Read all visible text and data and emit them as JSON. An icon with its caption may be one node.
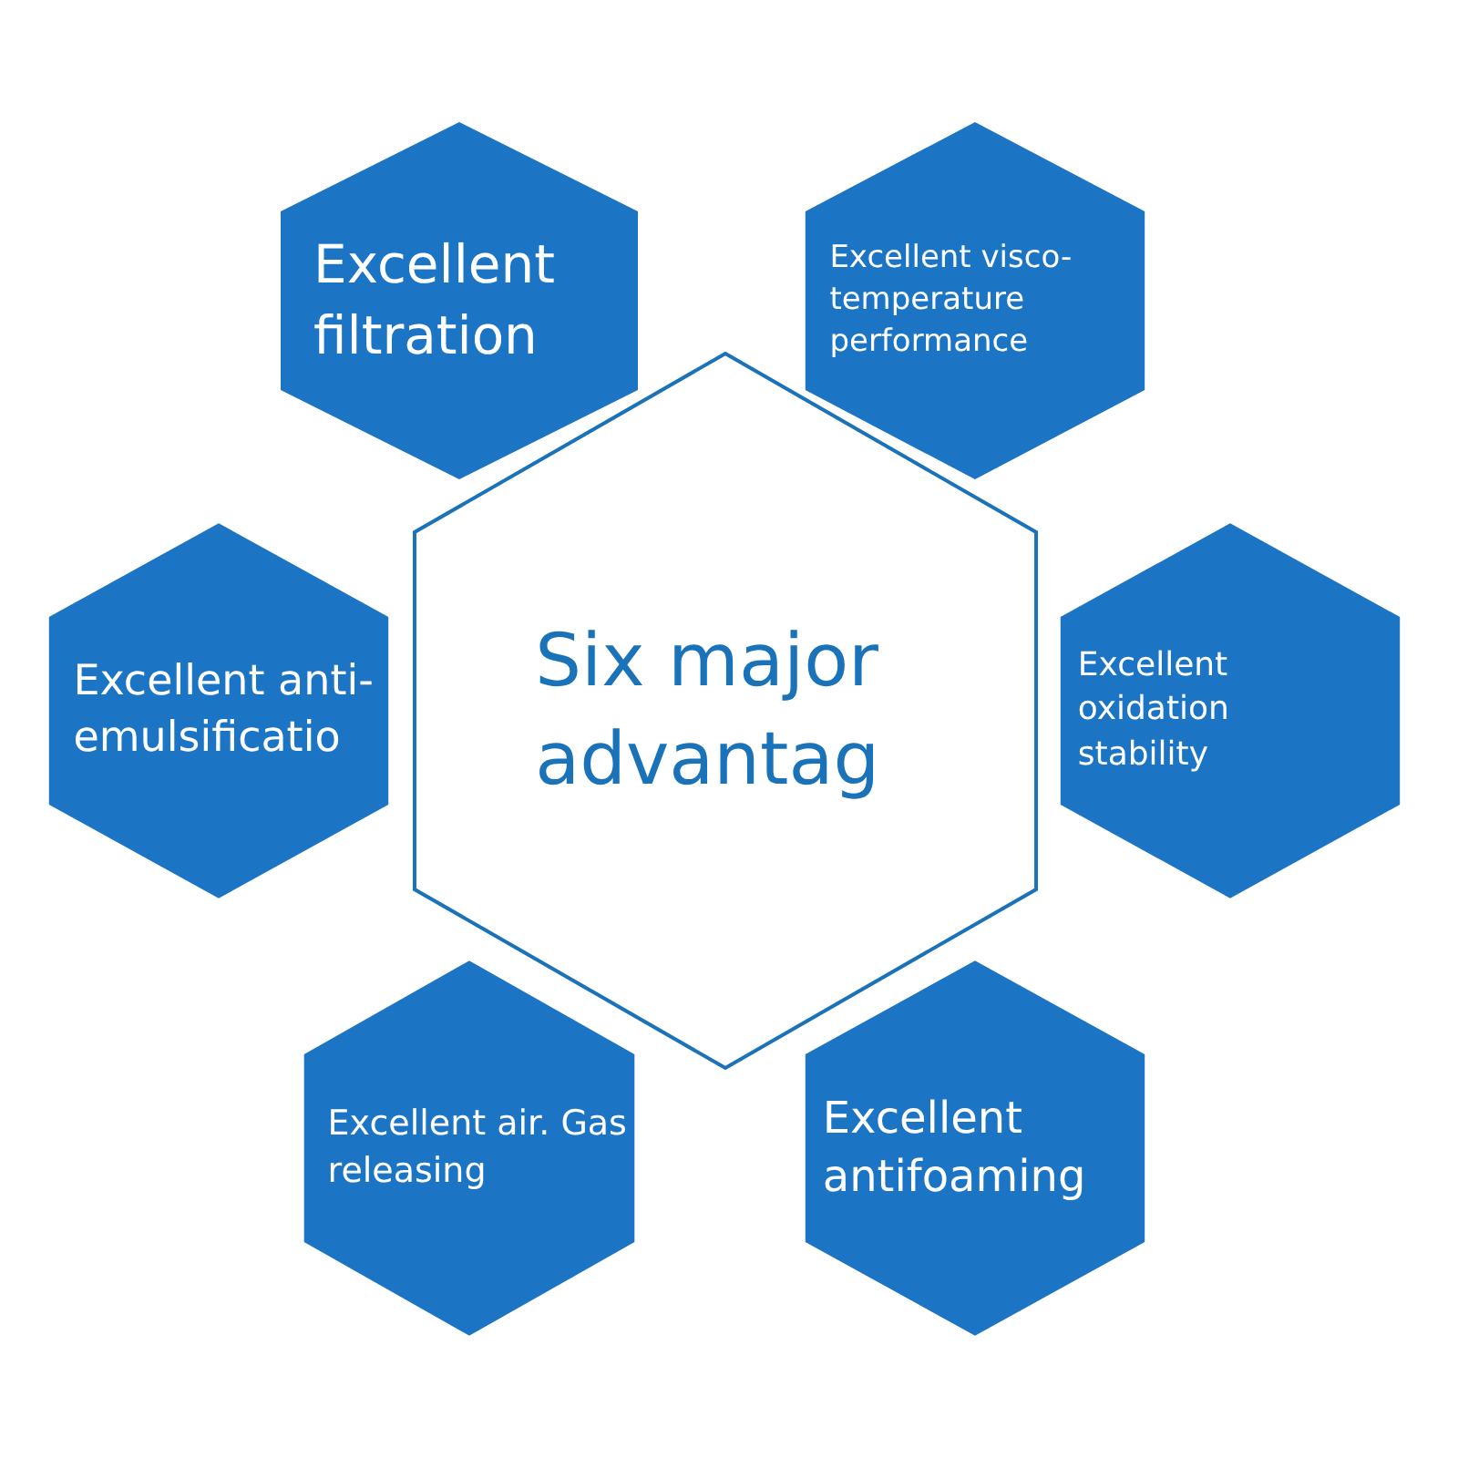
{
  "diagram": {
    "nodes": [
      {
        "text": [
          "Six major advantag"
        ]
      },
      {
        "text": [
          "Excellent filtration"
        ]
      },
      {
        "text": [
          "Excellent visco-temperature performance"
        ]
      },
      {
        "text": [
          "Excellent anti-emulsificatio"
        ]
      },
      {
        "text": [
          "Excellent oxidation stability"
        ]
      },
      {
        "text": [
          "Excellent air. Gas releasing"
        ]
      },
      {
        "text": [
          "Excellent antifoaming"
        ]
      }
    ],
    "edges": []
  }
}
